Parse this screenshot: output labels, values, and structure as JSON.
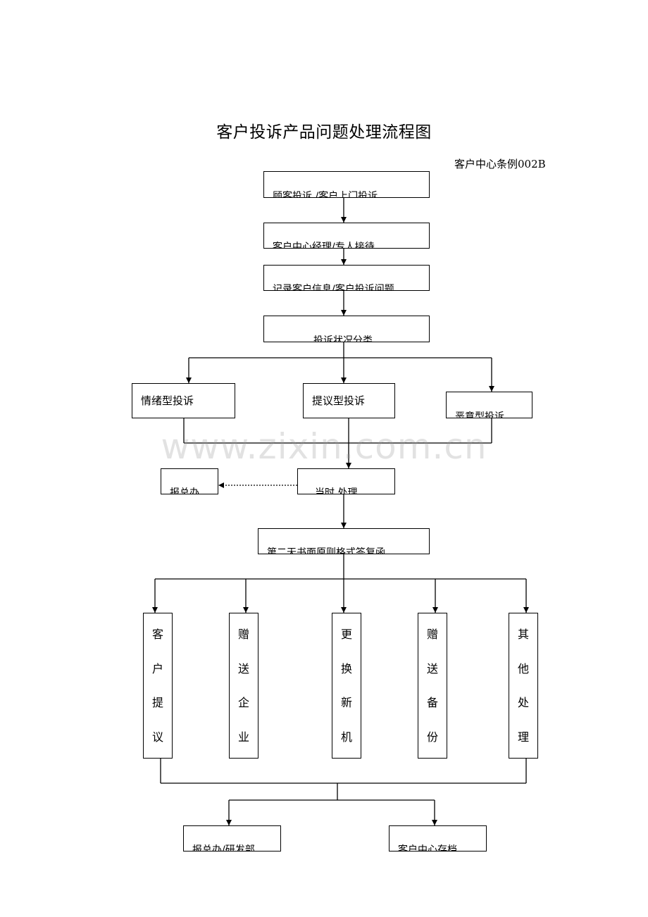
{
  "title": "客户投诉产品问题处理流程图",
  "doc_code": "客户中心条例002B",
  "watermark": "www.zixin.com.cn",
  "steps": {
    "receive": "顾客投诉     /客户上门投诉",
    "manager": "客户中心经理/专人接待",
    "record": "记录客户信息/客户投诉问题",
    "classify": "投诉状况分类"
  },
  "complaint_types": {
    "emotional": "情绪型投诉",
    "suggestion": "提议型投诉",
    "malicious": "恶意型投诉"
  },
  "report_gm": "报总办",
  "handle_now": "当时     处理",
  "written_reply": "第二天书面原则格式答复函",
  "options": {
    "customer_suggestion": [
      "客",
      "户",
      "提",
      "议"
    ],
    "gift_enterprise": [
      "赠",
      "送",
      "企",
      "业"
    ],
    "replace_machine": [
      "更",
      "换",
      "新",
      "机"
    ],
    "gift_spare": [
      "赠",
      "送",
      "备",
      "份"
    ],
    "other": [
      "其",
      "他",
      "处",
      "理"
    ]
  },
  "final": {
    "report_rd": "报总办/研发部",
    "archive": "客户中心存档"
  }
}
